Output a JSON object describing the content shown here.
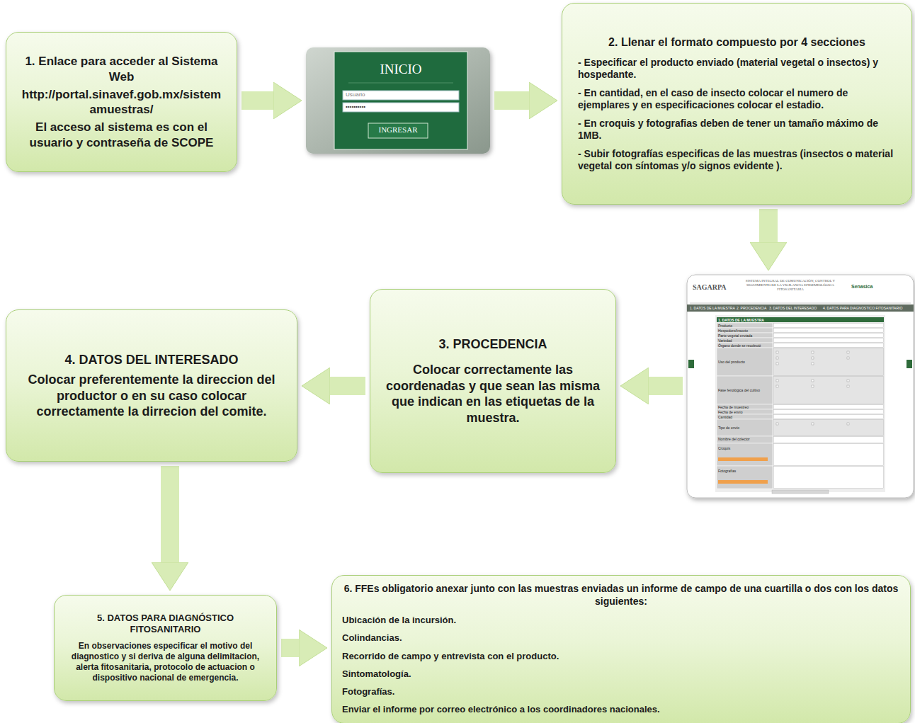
{
  "diagram": {
    "nodes": [
      {
        "text": [
          "1. Enlace para acceder al Sistema Web",
          "http://portal.sinavef.gob.mx/sistemamuestras/",
          "El acceso al sistema es con el usuario y contraseña de SCOPE"
        ]
      },
      {
        "text": [
          "INICIO",
          "Usuario",
          "••••••••••",
          "INGRESAR"
        ]
      },
      {
        "text": [
          "2. Llenar el formato compuesto por 4 secciones",
          "- Especificar el producto enviado (material vegetal o insectos) y hospedante.",
          "- En cantidad, en el caso de insecto colocar el numero de ejemplares y en especificaciones colocar el estadio.",
          "- En croquis y fotografias deben de tener un tamaño máximo de 1MB.",
          "- Subir fotografías especificas de las muestras (insectos o material vegetal con síntomas y/o signos evidente )."
        ]
      },
      {
        "text": [
          "SAGARPA",
          "SISTEMA INTEGRAL DE COMUNICACIÓN, CONTROL Y SEGUIMIENTO DE LA VIGILANCIA EPIDEMIOLÓGICA FITOSANITARIA",
          "Senasica",
          "1. DATOS DE LA MUESTRA",
          "2. PROCEDENCIA",
          "3. DATOS DEL INTERESADO",
          "4. DATOS PARA DIAGNOSTICO FITOSANITARIO",
          "1. DATOS DE LA MUESTRA",
          "Producto",
          "Hospedero/Insecto",
          "Parte vegetal enviada",
          "Variedad",
          "Órgano donde se recolectó",
          "Uso del producto",
          "Fase fenológica del cultivo",
          "Fecha de muestreo",
          "Fecha de envío",
          "Cantidad",
          "Tipo de envío",
          "Nombre del colector",
          "Croquis",
          "Fotografías"
        ]
      },
      {
        "text": [
          "3. PROCEDENCIA",
          "Colocar correctamente las coordenadas y que sean las misma que indican en las etiquetas de la muestra."
        ]
      },
      {
        "text": [
          "4. DATOS DEL INTERESADO",
          "Colocar preferentemente la direccion del productor o en su caso colocar correctamente la dirrecion del comite."
        ]
      },
      {
        "text": [
          "5. DATOS PARA DIAGNÓSTICO FITOSANITARIO",
          "En observaciones especificar el motivo del diagnostico y si deriva de alguna delimitacion, alerta fitosanitaria, protocolo de actuacion o dispositivo nacional de emergencia."
        ]
      },
      {
        "text": [
          "6. FFEs obligatorio anexar junto con las muestras enviadas un informe de campo de una cuartilla o dos con los datos siguientes:",
          "Ubicación de la incursión.",
          "Colindancias.",
          "Recorrido de campo y entrevista con el producto.",
          "Sintomatología.",
          "Fotografías.",
          "Enviar el informe por correo electrónico a los coordinadores nacionales."
        ]
      }
    ],
    "edges": [
      {
        "from": 0,
        "to": 1,
        "arrow": "to"
      },
      {
        "from": 1,
        "to": 2,
        "arrow": "to"
      },
      {
        "from": 2,
        "to": 3,
        "arrow": "to"
      },
      {
        "from": 3,
        "to": 4,
        "arrow": "to"
      },
      {
        "from": 4,
        "to": 5,
        "arrow": "to"
      },
      {
        "from": 5,
        "to": 6,
        "arrow": "to"
      },
      {
        "from": 6,
        "to": 7,
        "arrow": "to"
      }
    ]
  }
}
